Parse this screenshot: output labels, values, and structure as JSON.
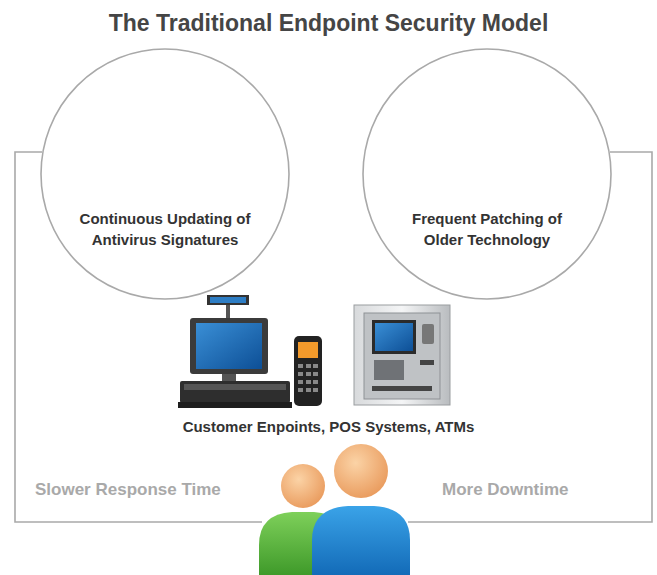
{
  "diagram": {
    "title": "The Traditional Endpoint Security Model",
    "nodes": [
      {
        "text": [
          "Continuous Updating of Antivirus Signatures"
        ]
      },
      {
        "text": [
          "Frequent Patching of Older Technology"
        ]
      }
    ],
    "labels": [
      "Customer Enpoints, POS Systems, ATMs",
      "Slower Response Time",
      "More Downtime"
    ]
  }
}
